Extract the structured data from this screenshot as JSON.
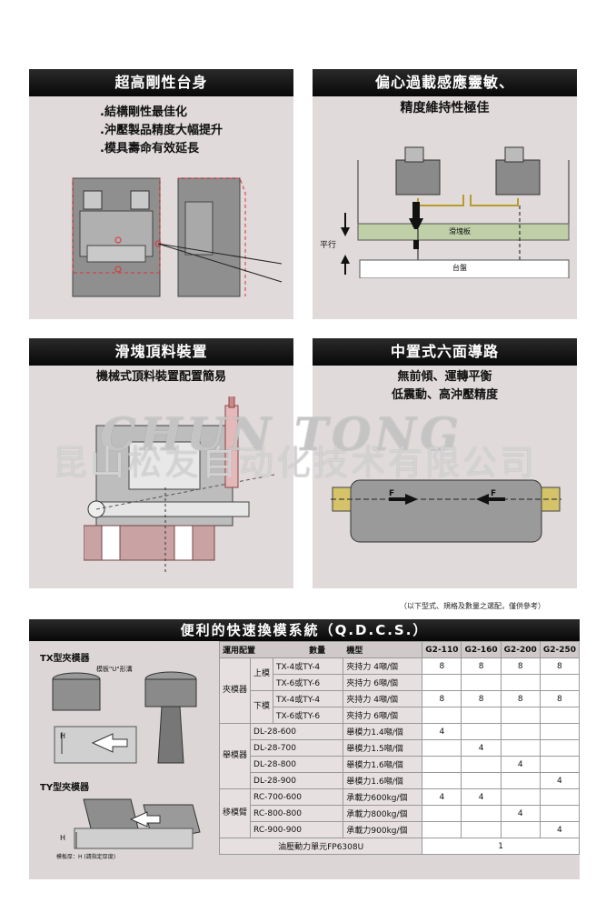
{
  "panels": {
    "rigidity": {
      "title": "超高剛性台身",
      "bullets": [
        ".結構剛性最佳化",
        ".沖壓製品精度大幅提升",
        ".模具壽命有效延長"
      ]
    },
    "eccentric": {
      "title_line1": "偏心過載感應靈敏、",
      "title_line2": "精度維持性極佳",
      "label_slide": "滑塊板",
      "label_parallel": "平行",
      "label_table": "台盤"
    },
    "ejector": {
      "title": "滑塊頂料裝置",
      "subtitle": "機械式頂料裝置配置簡易"
    },
    "guide": {
      "title": "中置式六面導路",
      "line1": "無前傾、運轉平衡",
      "line2": "低震動、高沖壓精度",
      "force_left": "F",
      "force_right": "F"
    }
  },
  "watermark_cn": "昆山松友自动化技术有限公司",
  "watermark_en": "CHUN TONG",
  "note": "（以下型式、規格及數量之選配，僅供參考）",
  "qdcs": {
    "title": "便利的快速換模系統（Q.D.C.S.）",
    "tx_label": "TX型夾模器",
    "ty_label": "TY型夾模器",
    "tx_note": "模板\"U\"形溝",
    "h_label": "H",
    "plate_note": "模板厚：H (請指定厚度)",
    "header_qty": "數量",
    "header_model": "機型",
    "header_config": "運用配置",
    "models": [
      "G2-110",
      "G2-160",
      "G2-200",
      "G2-250"
    ],
    "group_clamp": "夾模器",
    "group_lift": "舉模器",
    "group_arm": "移模臂",
    "sub_upper": "上模",
    "sub_lower": "下模",
    "rows": [
      {
        "item": "TX-4或TY-4",
        "spec": "夾持力 4噸/個",
        "vals": [
          "8",
          "8",
          "8",
          "8"
        ]
      },
      {
        "item": "TX-6或TY-6",
        "spec": "夾持力 6噸/個",
        "vals": [
          "",
          "",
          "",
          ""
        ]
      },
      {
        "item": "TX-4或TY-4",
        "spec": "夾持力 4噸/個",
        "vals": [
          "8",
          "8",
          "8",
          "8"
        ]
      },
      {
        "item": "TX-6或TY-6",
        "spec": "夾持力 6噸/個",
        "vals": [
          "",
          "",
          "",
          ""
        ]
      },
      {
        "item": "DL-28-600",
        "spec": "舉模力1.4噸/個",
        "vals": [
          "4",
          "",
          "",
          ""
        ]
      },
      {
        "item": "DL-28-700",
        "spec": "舉模力1.5噸/個",
        "vals": [
          "",
          "4",
          "",
          ""
        ]
      },
      {
        "item": "DL-28-800",
        "spec": "舉模力1.6噸/個",
        "vals": [
          "",
          "",
          "4",
          ""
        ]
      },
      {
        "item": "DL-28-900",
        "spec": "舉模力1.6噸/個",
        "vals": [
          "",
          "",
          "",
          "4"
        ]
      },
      {
        "item": "RC-700-600",
        "spec": "承載力600kg/個",
        "vals": [
          "4",
          "4",
          "",
          ""
        ]
      },
      {
        "item": "RC-800-800",
        "spec": "承載力800kg/個",
        "vals": [
          "",
          "",
          "4",
          ""
        ]
      },
      {
        "item": "RC-900-900",
        "spec": "承載力900kg/個",
        "vals": [
          "",
          "",
          "",
          "4"
        ]
      }
    ],
    "hydraulic_label": "油壓動力單元FP6308U",
    "hydraulic_value": "1"
  }
}
